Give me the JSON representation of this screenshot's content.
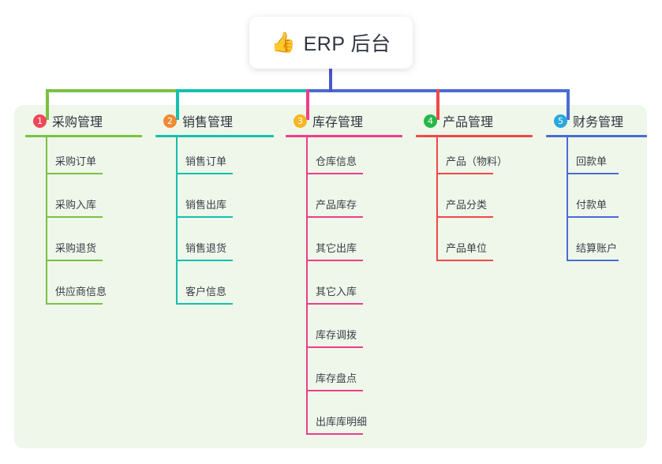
{
  "root": {
    "icon": "thumbs-up-icon",
    "emoji": "👍",
    "title": "ERP 后台"
  },
  "theme": {
    "panel_bg": "#eef7e9",
    "page_bg": "#ffffff",
    "root_stem": "#4a56c4",
    "text": "#2f3440"
  },
  "columns": [
    {
      "number": "1",
      "title": "采购管理",
      "badge_color": "#f0465a",
      "line_color": "#7ac143",
      "items": [
        {
          "label": "采购订单"
        },
        {
          "label": "采购入库"
        },
        {
          "label": "采购退货"
        },
        {
          "label": "供应商信息"
        }
      ]
    },
    {
      "number": "2",
      "title": "销售管理",
      "badge_color": "#f08a33",
      "line_color": "#14c0ae",
      "items": [
        {
          "label": "销售订单"
        },
        {
          "label": "销售出库"
        },
        {
          "label": "销售退货"
        },
        {
          "label": "客户信息"
        }
      ]
    },
    {
      "number": "3",
      "title": "库存管理",
      "badge_color": "#f5b721",
      "line_color": "#ee3d8b",
      "items": [
        {
          "label": "仓库信息"
        },
        {
          "label": "产品库存"
        },
        {
          "label": "其它出库"
        },
        {
          "label": "其它入库"
        },
        {
          "label": "库存调拨"
        },
        {
          "label": "库存盘点"
        },
        {
          "label": "出库库明细"
        }
      ]
    },
    {
      "number": "4",
      "title": "产品管理",
      "badge_color": "#26b84a",
      "line_color": "#f0484a",
      "items": [
        {
          "label": "产品（物料）"
        },
        {
          "label": "产品分类"
        },
        {
          "label": "产品单位"
        }
      ]
    },
    {
      "number": "5",
      "title": "财务管理",
      "badge_color": "#2aa7e0",
      "line_color": "#4a6cd4",
      "items": [
        {
          "label": "回款单"
        },
        {
          "label": "付款单"
        },
        {
          "label": "结算账户"
        }
      ]
    }
  ]
}
